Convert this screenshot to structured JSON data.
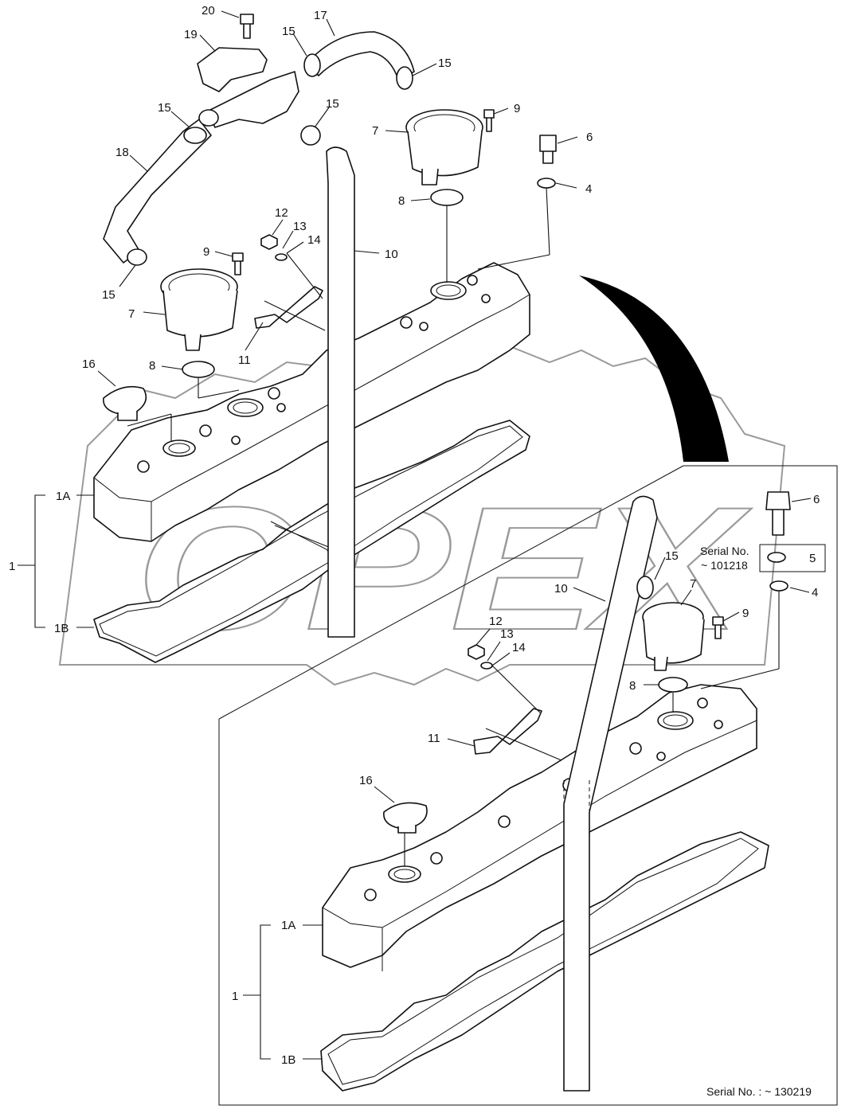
{
  "labels": {
    "l20": "20",
    "l19": "19",
    "l17": "17",
    "l15a": "15",
    "l15b": "15",
    "l15c": "15",
    "l15d": "15",
    "l15e": "15",
    "l15f": "15",
    "l18": "18",
    "l9a": "9",
    "l9b": "9",
    "l9c": "9",
    "l7a": "7",
    "l7b": "7",
    "l7c": "7",
    "l6a": "6",
    "l6b": "6",
    "l4a": "4",
    "l4b": "4",
    "l8a": "8",
    "l8b": "8",
    "l8c": "8",
    "l12a": "12",
    "l13a": "13",
    "l14a": "14",
    "l12b": "12",
    "l13b": "13",
    "l14b": "14",
    "l10a": "10",
    "l10b": "10",
    "l11a": "11",
    "l11b": "11",
    "l16a": "16",
    "l16b": "16",
    "l1Aa": "1A",
    "l1Ab": "1A",
    "l1a": "1",
    "l1b": "1",
    "l1Ba": "1B",
    "l1Bb": "1B",
    "l5": "5"
  },
  "serial_box": {
    "line1": "Serial No.",
    "line2": "~ 101218"
  },
  "serial_footer": "Serial No. : ~ 130219",
  "watermark": "OPEX"
}
